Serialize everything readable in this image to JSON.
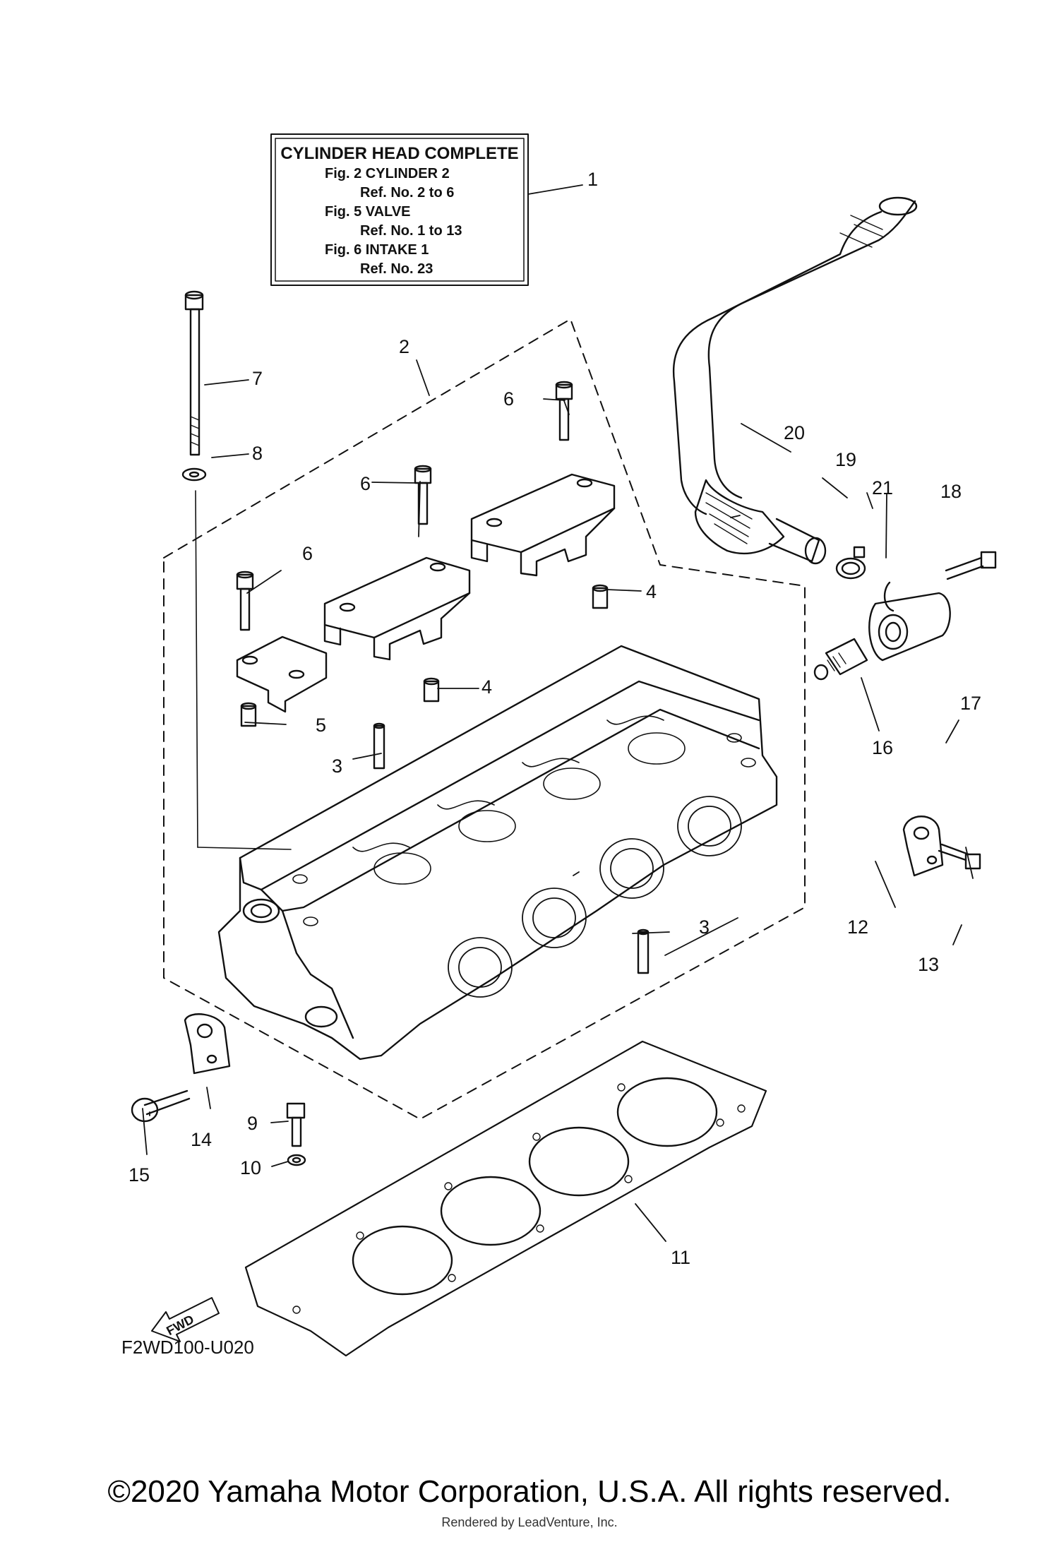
{
  "diagram_code": "F2WD100-U020",
  "box": {
    "title": "CYLINDER HEAD COMPLETE",
    "lines": [
      "Fig.  2 CYLINDER 2",
      "Ref. No. 2 to 6",
      "Fig.  5 VALVE",
      "Ref. No. 1 to 13",
      "Fig.  6 INTAKE 1",
      "Ref. No. 23"
    ]
  },
  "callouts": {
    "c1": "1",
    "c2": "2",
    "c3a": "3",
    "c3b": "3",
    "c4a": "4",
    "c4b": "4",
    "c5": "5",
    "c6a": "6",
    "c6b": "6",
    "c6c": "6",
    "c7": "7",
    "c8": "8",
    "c9": "9",
    "c10": "10",
    "c11": "11",
    "c12": "12",
    "c13": "13",
    "c14": "14",
    "c15": "15",
    "c16": "16",
    "c17": "17",
    "c18": "18",
    "c19": "19",
    "c20": "20",
    "c21": "21"
  },
  "fwd_label": "FWD",
  "footer": {
    "copyright": "©2020 Yamaha Motor Corporation, U.S.A. All rights reserved.",
    "rendered_by": "Rendered by LeadVenture, Inc."
  }
}
